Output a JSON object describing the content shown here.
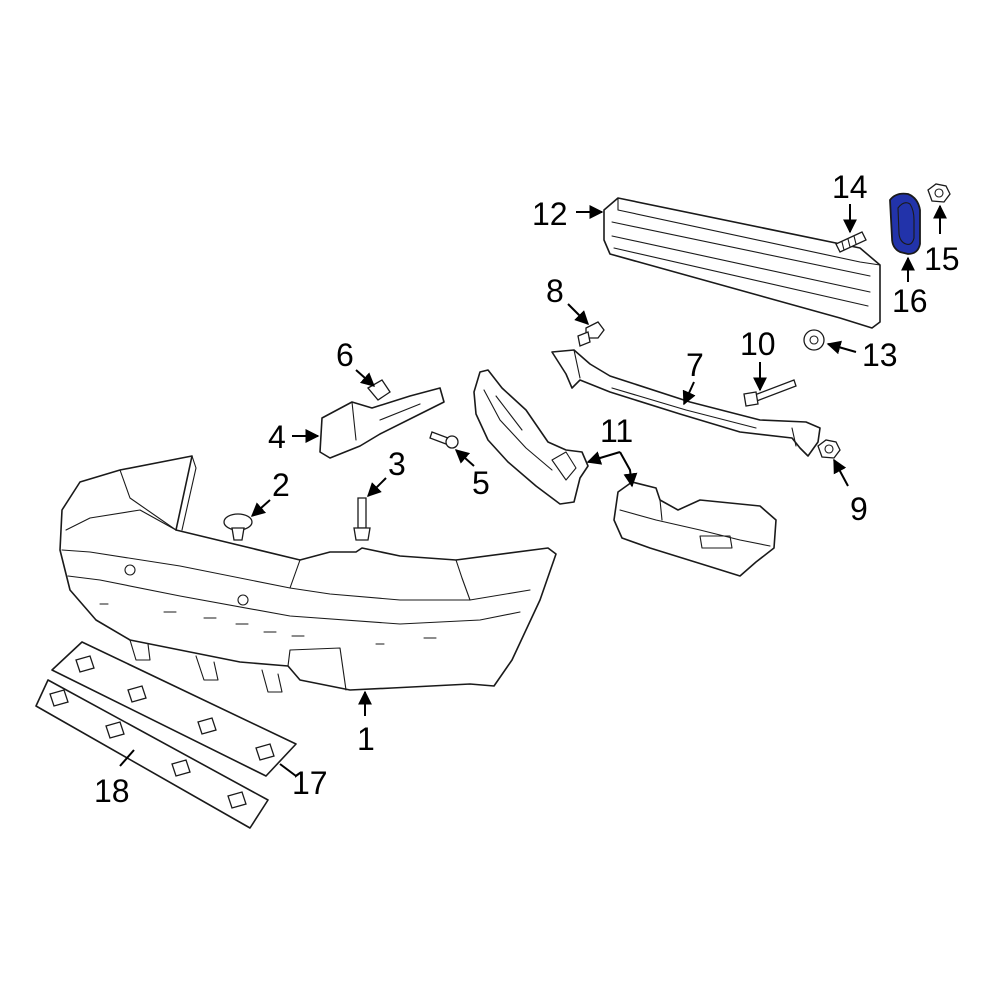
{
  "callouts": {
    "c1": "1",
    "c2": "2",
    "c3": "3",
    "c4": "4",
    "c5": "5",
    "c6": "6",
    "c7": "7",
    "c8": "8",
    "c9": "9",
    "c10": "10",
    "c11": "11",
    "c12": "12",
    "c13": "13",
    "c14": "14",
    "c15": "15",
    "c16": "16",
    "c17": "17",
    "c18": "18"
  },
  "colors": {
    "highlighted_part": "#2233aa",
    "line": "#1a1a1a",
    "background": "#ffffff"
  },
  "highlighted_callout": "16"
}
